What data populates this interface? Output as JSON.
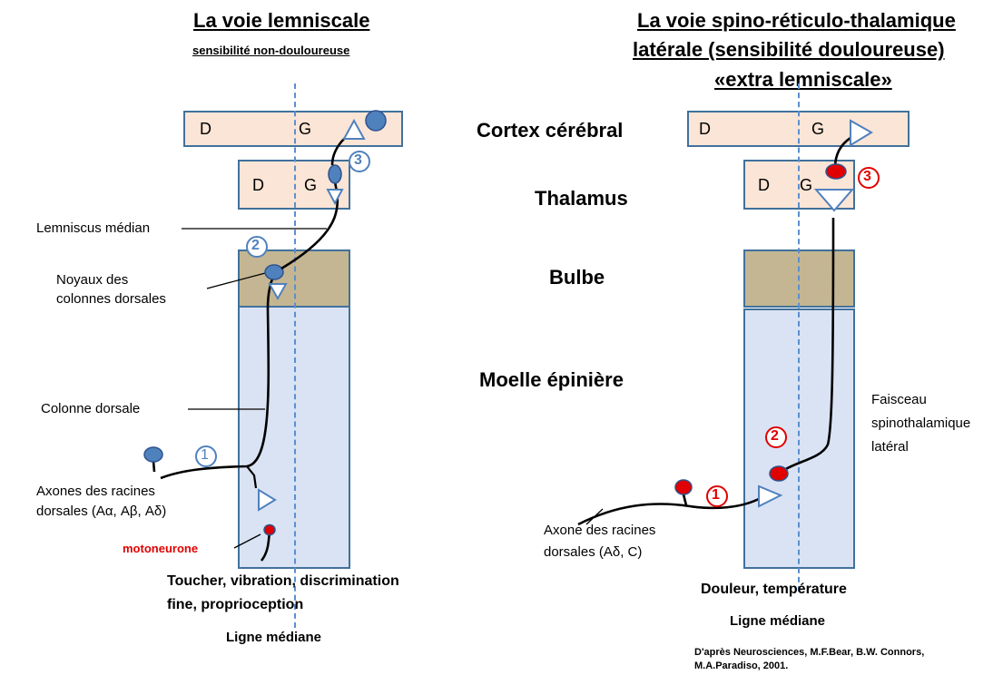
{
  "left": {
    "title": "La voie lemniscale",
    "subtitle": "sensibilité non-douloureuse",
    "labels": {
      "lemniscus": "Lemniscus médian",
      "noyaux_1": "Noyaux des",
      "noyaux_2": "colonnes dorsales",
      "colonne": "Colonne dorsale",
      "axones_1": "Axones des racines",
      "axones_2": "dorsales (Aα, Aβ, Aδ)",
      "motoneurone": "motoneurone"
    },
    "bottom_1": "Toucher, vibration, discrimination",
    "bottom_2": "fine, proprioception",
    "midline": "Ligne médiane",
    "numbers": [
      "1",
      "2",
      "3"
    ]
  },
  "right": {
    "title_1": "La voie spino-réticulo-thalamique",
    "title_2": "latérale (sensibilité douloureuse)",
    "title_3": "«extra lemniscale»",
    "labels": {
      "faisceau_1": "Faisceau",
      "faisceau_2": "spinothalamique",
      "faisceau_3": "latéral",
      "axone_1": "Axone des racines",
      "axone_2": "dorsales (Aδ, C)"
    },
    "bottom": "Douleur, température",
    "midline": "Ligne médiane",
    "numbers": [
      "1",
      "2",
      "3"
    ]
  },
  "regions": {
    "cortex": "Cortex cérébral",
    "thalamus": "Thalamus",
    "bulbe": "Bulbe",
    "moelle": "Moelle épinière"
  },
  "side_labels": {
    "d": "D",
    "g": "G"
  },
  "credit_1": "D'après Neurosciences, M.F.Bear, B.W. Connors,",
  "credit_2": "M.A.Paradiso, 2001.",
  "colors": {
    "cortex_fill": "#fbe5d6",
    "bulbe_fill": "#c4b692",
    "moelle_fill": "#dae3f3",
    "box_border": "#41719c",
    "neuron_blue": "#4f81bd",
    "neuron_red": "#e00000",
    "midline": "#5b8fd0"
  }
}
